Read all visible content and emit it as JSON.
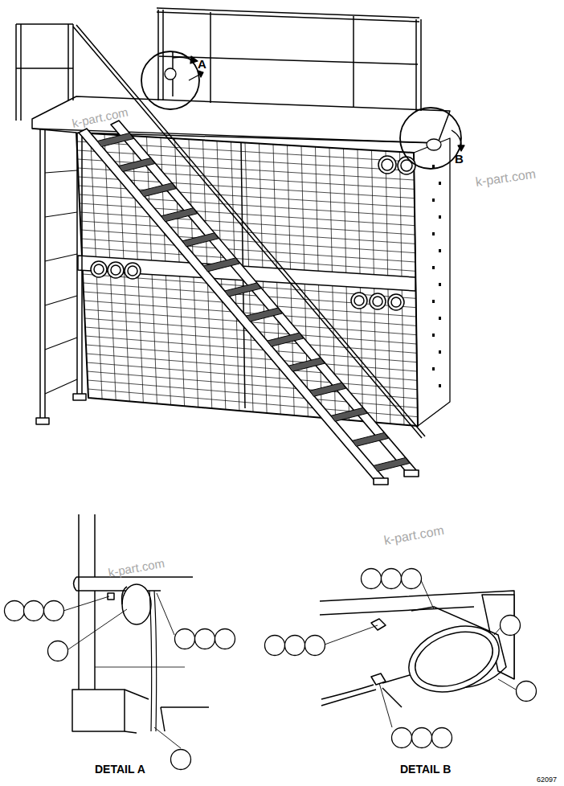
{
  "diagram": {
    "labels": [
      "A",
      "B",
      "k-part.com",
      "k-part.com",
      "k-part.com",
      "k-part.com",
      "DETAIL A",
      "DETAIL B",
      "62097"
    ]
  }
}
